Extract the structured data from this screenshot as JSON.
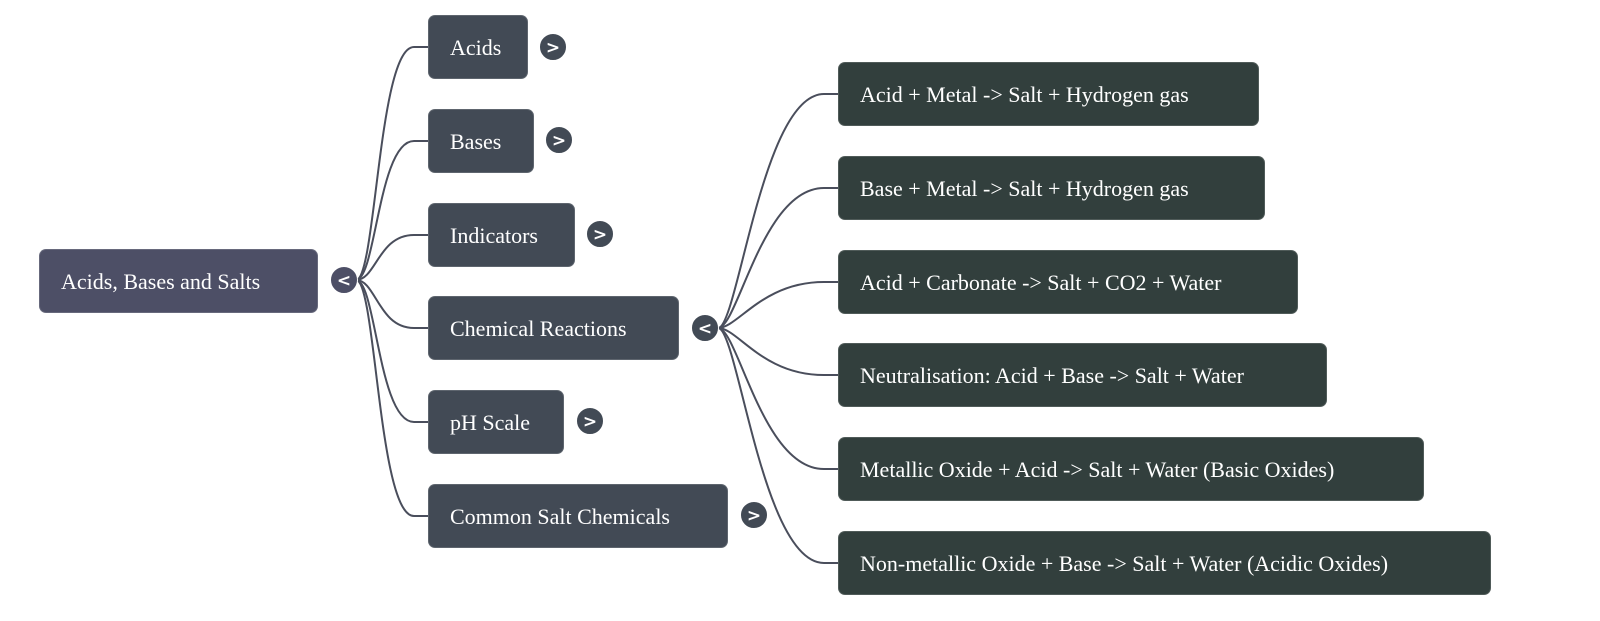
{
  "root": {
    "label": "Acids, Bases and Salts",
    "toggle": "<",
    "toggle_icon": "collapse-icon"
  },
  "branches": [
    {
      "label": "Acids",
      "toggle": ">",
      "toggle_icon": "expand-icon"
    },
    {
      "label": "Bases",
      "toggle": ">",
      "toggle_icon": "expand-icon"
    },
    {
      "label": "Indicators",
      "toggle": ">",
      "toggle_icon": "expand-icon"
    },
    {
      "label": "Chemical Reactions",
      "toggle": "<",
      "toggle_icon": "collapse-icon"
    },
    {
      "label": "pH Scale",
      "toggle": ">",
      "toggle_icon": "expand-icon"
    },
    {
      "label": "Common Salt Chemicals",
      "toggle": ">",
      "toggle_icon": "expand-icon"
    }
  ],
  "reactions": [
    {
      "label": "Acid + Metal -> Salt + Hydrogen gas"
    },
    {
      "label": "Base + Metal -> Salt + Hydrogen gas"
    },
    {
      "label": "Acid + Carbonate -> Salt + CO2 + Water"
    },
    {
      "label": "Neutralisation: Acid + Base -> Salt + Water"
    },
    {
      "label": "Metallic Oxide + Acid -> Salt + Water (Basic Oxides)"
    },
    {
      "label": "Non-metallic Oxide + Base -> Salt + Water (Acidic Oxides)"
    }
  ],
  "colors": {
    "root": "#4d4f66",
    "branch": "#424a55",
    "leaf": "#323f3d",
    "link": "#4a4e5c"
  }
}
